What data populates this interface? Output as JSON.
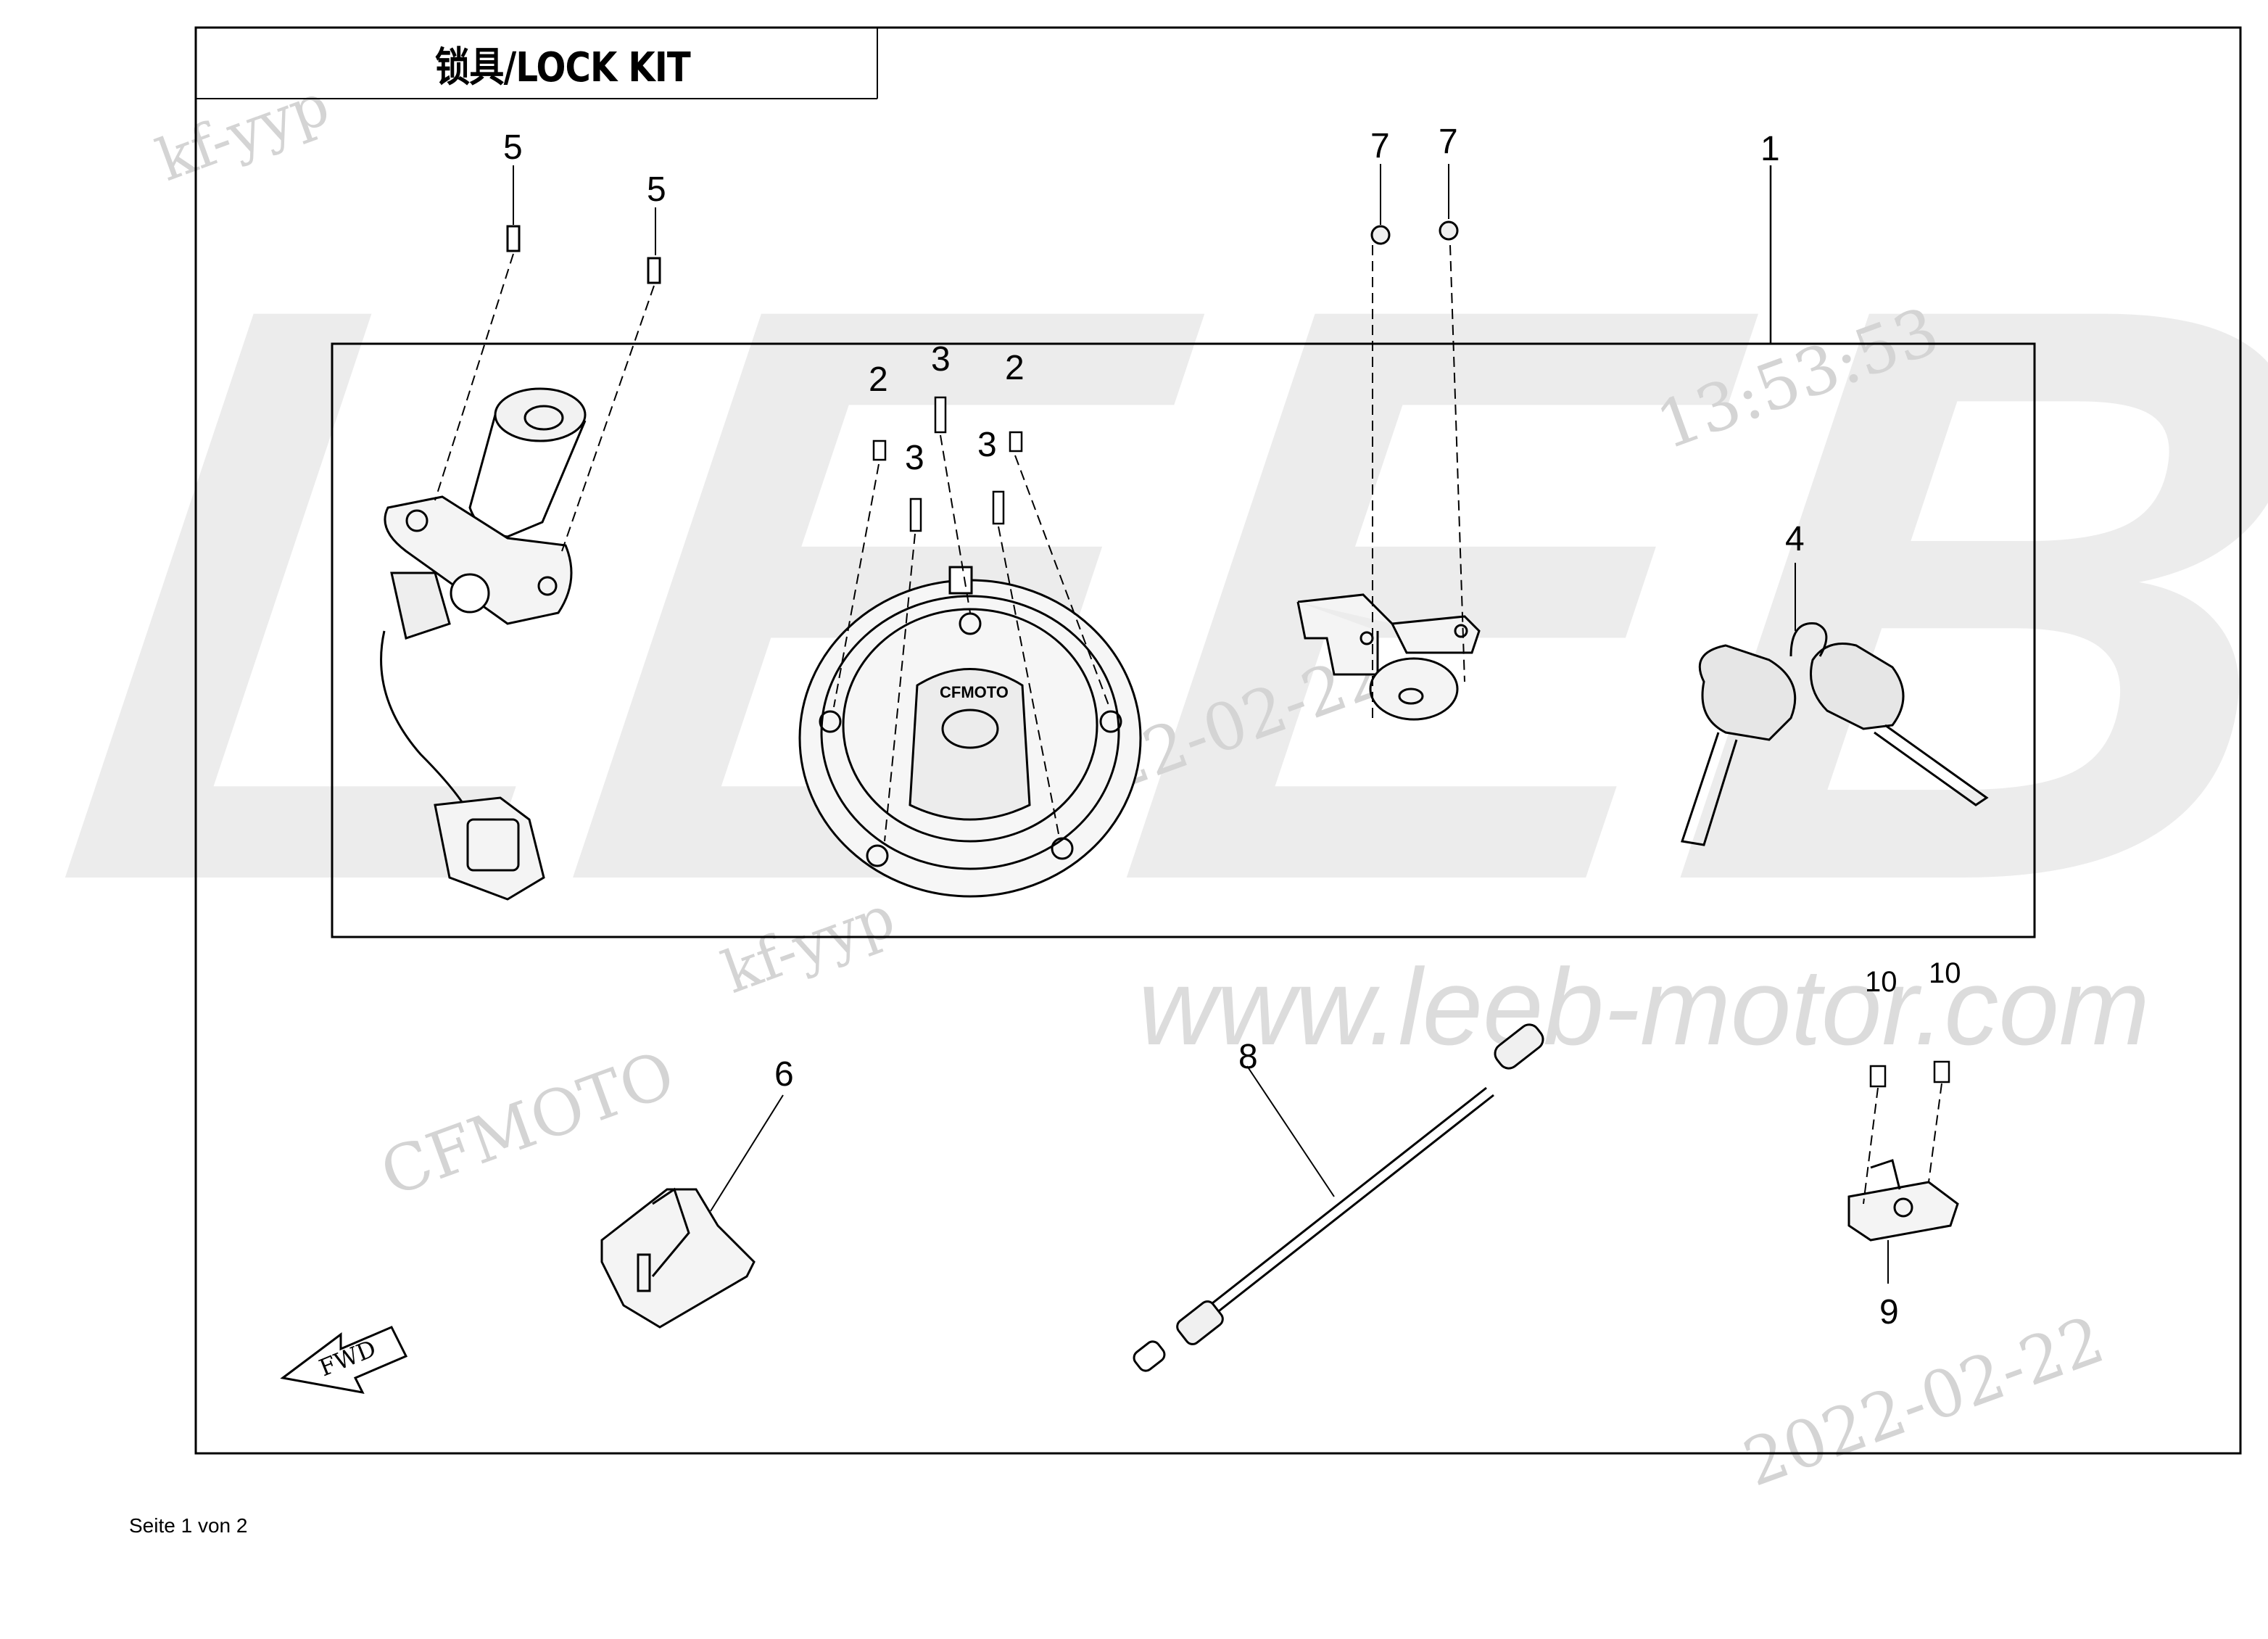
{
  "title": "锁具/LOCK KIT",
  "footer": "Seite 1 von 2",
  "watermarks": {
    "brand": "LEEB",
    "site": "www.leeb-motor.com",
    "maker": "CFMOTO",
    "user_a": "kf-yyp",
    "user_b": "kf-yyp",
    "stamp_date": "2022-02-22",
    "stamp_time": "13:53:53",
    "stamp_date_2": "2022-02-22"
  },
  "callouts": {
    "c1": "1",
    "c2a": "2",
    "c2b": "2",
    "c3a": "3",
    "c3b": "3",
    "c3c": "3",
    "c4": "4",
    "c5a": "5",
    "c5b": "5",
    "c6": "6",
    "c7a": "7",
    "c7b": "7",
    "c8": "8",
    "c9": "9",
    "c10a": "10",
    "c10b": "10"
  },
  "fwd_label": "FWD",
  "tank_cap_logo": "CFMOTO",
  "colors": {
    "line": "#000000",
    "watermark": "#d0d0d0",
    "part_fill": "#f4f4f4"
  }
}
